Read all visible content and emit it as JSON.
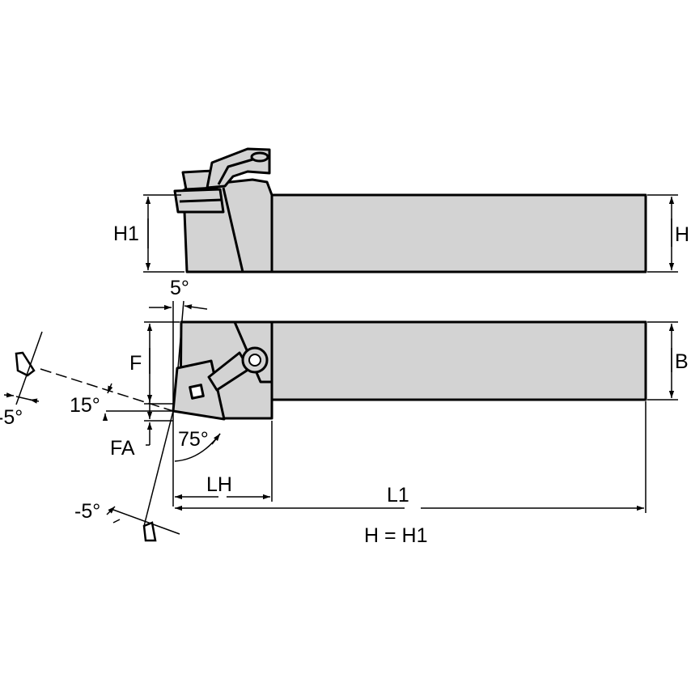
{
  "labels": {
    "h1": "H1",
    "h": "H",
    "f": "F",
    "b": "B",
    "angle_5": "5°",
    "angle_15": "15°",
    "angle_neg5_left": "-5°",
    "angle_neg5_bottom": "-5°",
    "fa": "FA",
    "angle_75": "75°",
    "lh": "LH",
    "l1": "L1",
    "note": "H = H1"
  },
  "colors": {
    "body_fill": "#d3d3d3",
    "stroke": "#000000",
    "background": "#ffffff"
  }
}
